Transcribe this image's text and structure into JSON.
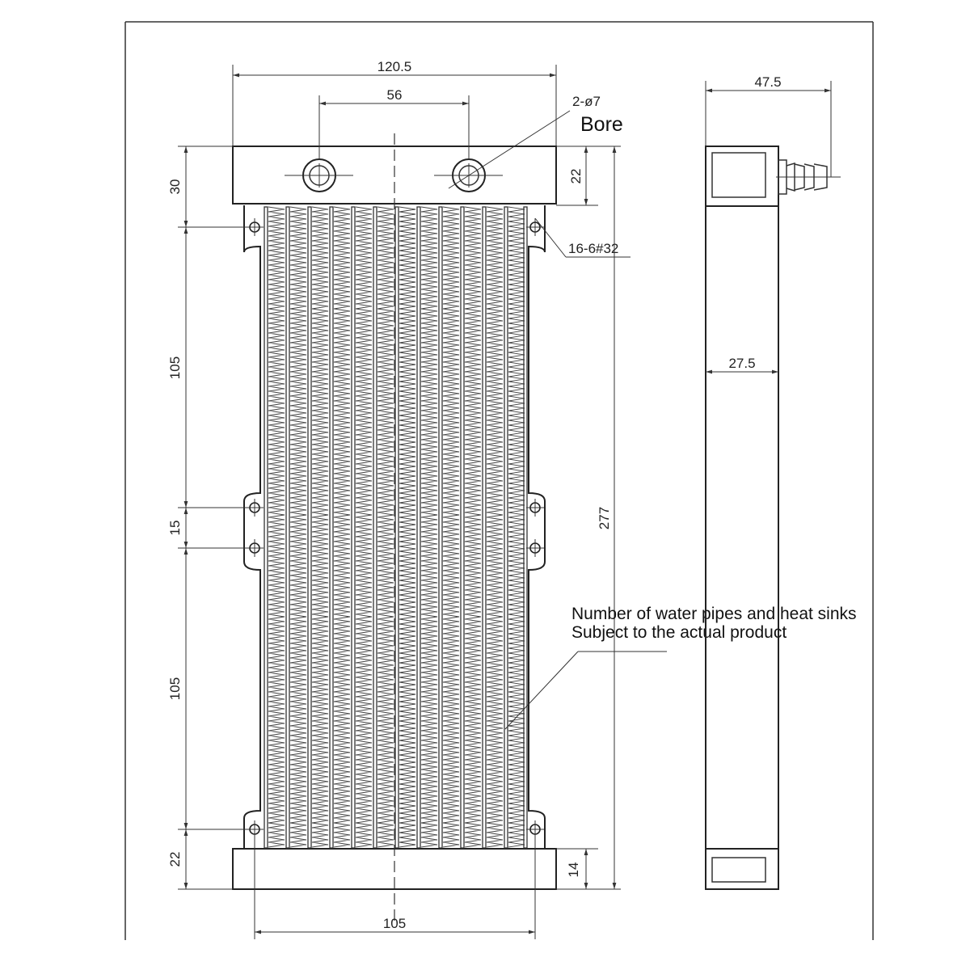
{
  "dimensions": {
    "overall_width": "120.5",
    "port_spacing": "56",
    "port_callout": "2-ø7",
    "port_note": "Bore",
    "top_port_offset": "22",
    "top_tank": "30",
    "hole_spacing_upper": "105",
    "hole_gap_middle": "15",
    "hole_spacing_lower": "105",
    "bottom_tank": "22",
    "bottom_offset": "14",
    "overall_height": "277",
    "bottom_hole_spacing": "105",
    "mount_hole_callout": "16-6#32",
    "side_depth_total": "47.5",
    "side_core_thickness": "27.5"
  },
  "notes": {
    "line1": "Number of water pipes and heat sinks",
    "line2": "Subject to the actual product"
  },
  "style": {
    "line_color": "#333333",
    "background": "#ffffff"
  }
}
